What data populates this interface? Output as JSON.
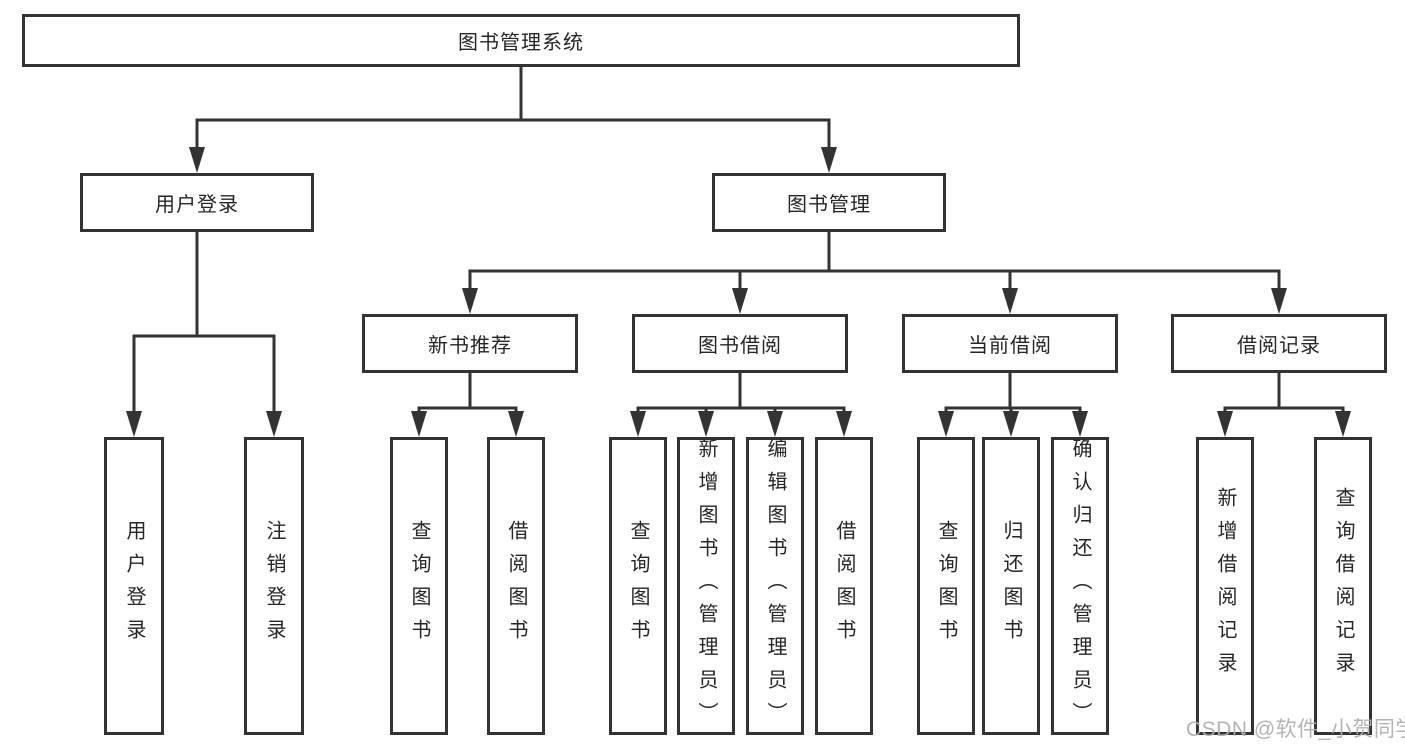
{
  "colors": {
    "line": "#333333",
    "box_border": "#333333",
    "text": "#262626",
    "background": "#ffffff",
    "watermark": "#afafaf"
  },
  "watermark": {
    "text": "CSDN @软件_小贺同学"
  },
  "tree": {
    "root": {
      "label": "图书管理系统",
      "children": [
        {
          "label": "用户登录",
          "children": [
            {
              "label": "用户登录"
            },
            {
              "label": "注销登录"
            }
          ]
        },
        {
          "label": "图书管理",
          "children": [
            {
              "label": "新书推荐",
              "children": [
                {
                  "label": "查询图书"
                },
                {
                  "label": "借阅图书"
                }
              ]
            },
            {
              "label": "图书借阅",
              "children": [
                {
                  "label": "查询图书"
                },
                {
                  "label": "新增图书（管理员）"
                },
                {
                  "label": "编辑图书（管理员）"
                },
                {
                  "label": "借阅图书"
                }
              ]
            },
            {
              "label": "当前借阅",
              "children": [
                {
                  "label": "查询图书"
                },
                {
                  "label": "归还图书"
                },
                {
                  "label": "确认归还（管理员）"
                }
              ]
            },
            {
              "label": "借阅记录",
              "children": [
                {
                  "label": "新增借阅记录"
                },
                {
                  "label": "查询借阅记录"
                }
              ]
            }
          ]
        }
      ]
    }
  }
}
